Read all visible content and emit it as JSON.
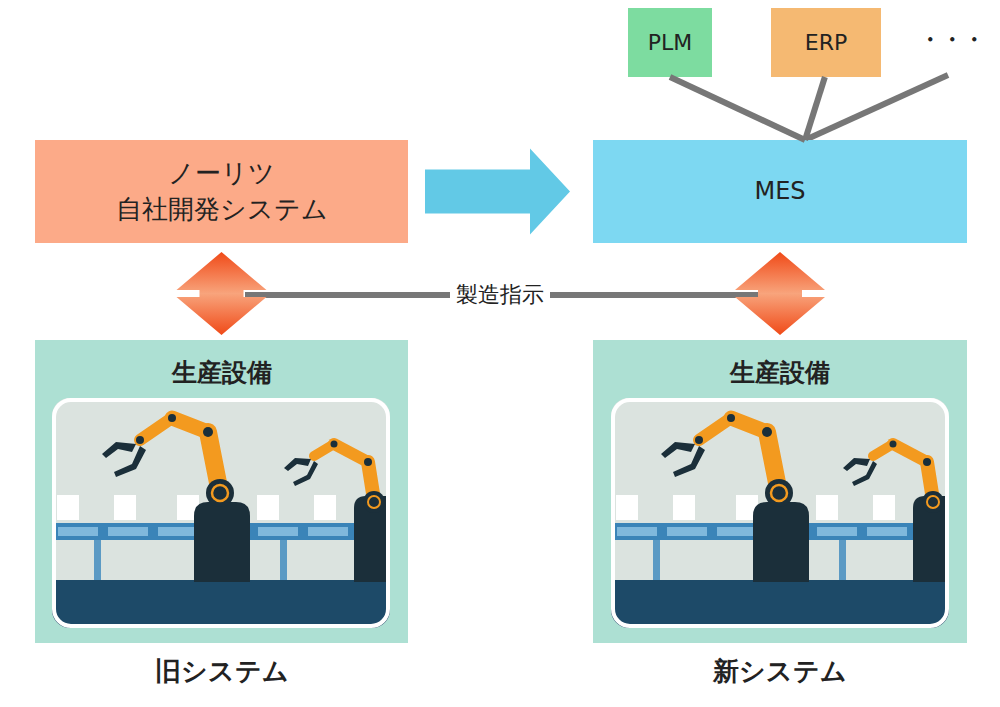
{
  "diagram": {
    "nodes": [
      {
        "text": [
          "PLM"
        ]
      },
      {
        "text": [
          "ERP"
        ]
      },
      {
        "text": [
          "ノーリツ 自社開発システム"
        ]
      },
      {
        "text": [
          "MES"
        ]
      },
      {
        "text": [
          "生産設備"
        ]
      },
      {
        "text": [
          "生産設備"
        ]
      }
    ],
    "edges": [
      {
        "from": 0,
        "to": 3,
        "arrow": "none"
      },
      {
        "from": 1,
        "to": 3,
        "arrow": "none"
      },
      {
        "from": 2,
        "to": 3,
        "arrow": "to"
      },
      {
        "from": 2,
        "to": 4,
        "arrow": "both"
      },
      {
        "from": 3,
        "to": 5,
        "arrow": "both"
      }
    ],
    "labels": [
      "・・・",
      "製造指示",
      "旧システム",
      "新システム"
    ]
  }
}
